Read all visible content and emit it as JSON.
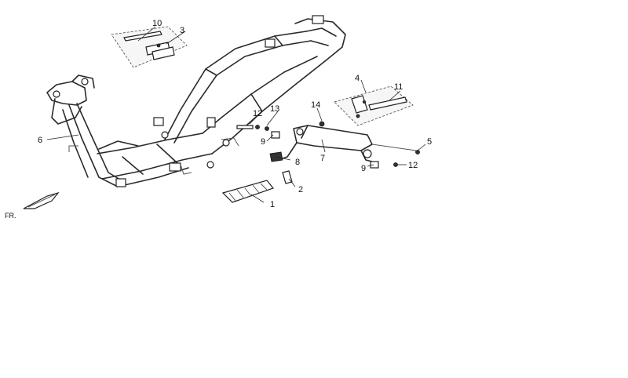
{
  "diagram": {
    "direction_label": "FR.",
    "callouts": [
      {
        "id": "c1",
        "text": "1"
      },
      {
        "id": "c2",
        "text": "2"
      },
      {
        "id": "c3",
        "text": "3"
      },
      {
        "id": "c4",
        "text": "4"
      },
      {
        "id": "c5",
        "text": "5"
      },
      {
        "id": "c6",
        "text": "6"
      },
      {
        "id": "c7",
        "text": "7"
      },
      {
        "id": "c8",
        "text": "8"
      },
      {
        "id": "c9a",
        "text": "9"
      },
      {
        "id": "c9b",
        "text": "9"
      },
      {
        "id": "c10",
        "text": "10"
      },
      {
        "id": "c11",
        "text": "11"
      },
      {
        "id": "c12a",
        "text": "12"
      },
      {
        "id": "c12b",
        "text": "12"
      },
      {
        "id": "c13",
        "text": "13"
      },
      {
        "id": "c14",
        "text": "14"
      }
    ]
  }
}
